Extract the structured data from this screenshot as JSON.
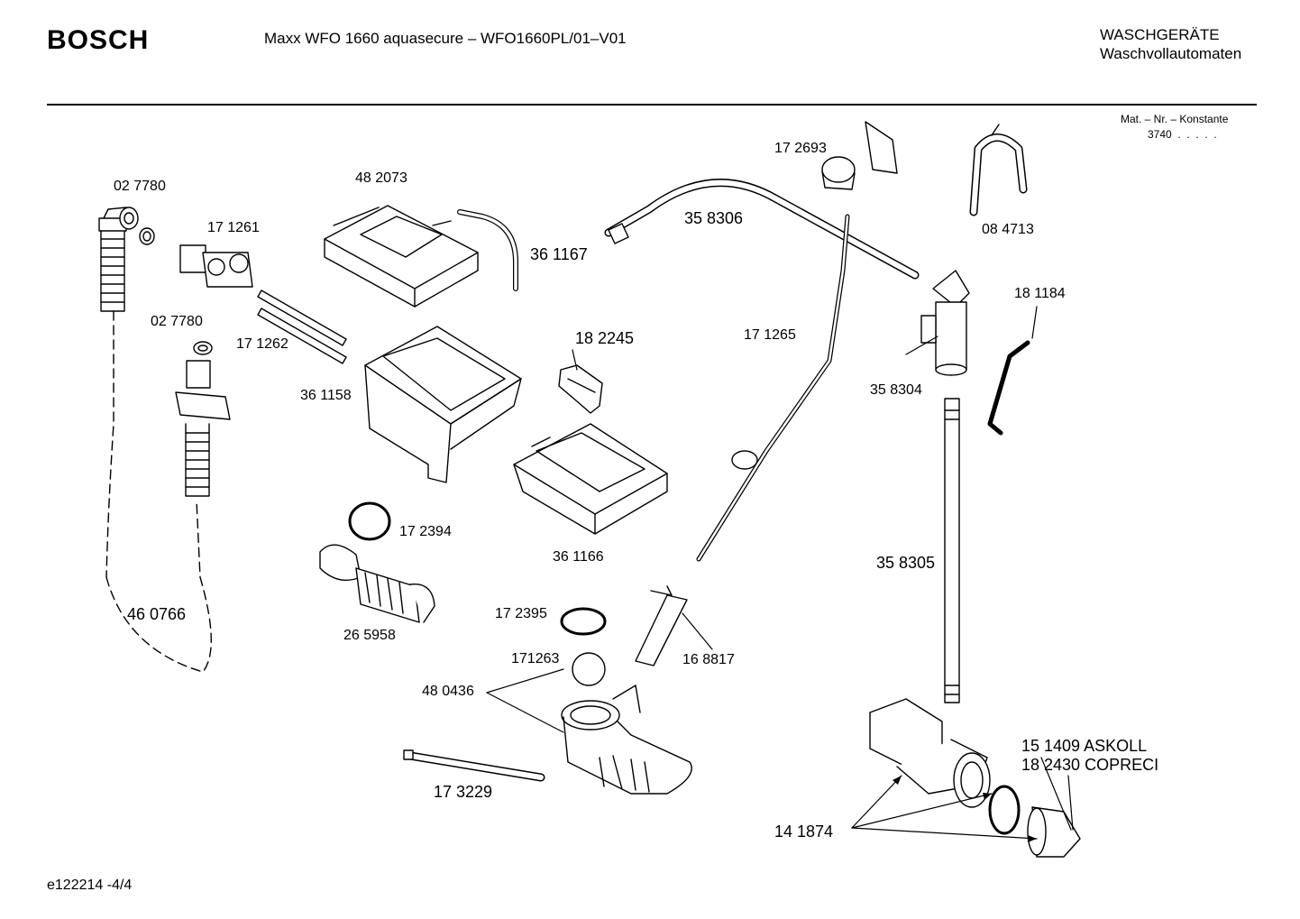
{
  "header": {
    "brand": "BOSCH",
    "model": "Maxx WFO 1660 aquasecure – WFO1660PL/01–V01",
    "category_line1": "WASCHGERÄTE",
    "category_line2": "Waschvollautomaten"
  },
  "material": {
    "label": "Mat. – Nr. – Konstante",
    "value": "3740  .  .  .  .  ."
  },
  "footer": {
    "code": "e122214 -4/4"
  },
  "parts": {
    "p027780a": "02 7780",
    "p482073": "48 2073",
    "p171261": "17 1261",
    "p361167": "36 1167",
    "p027780b": "02 7780",
    "p171262": "17 1262",
    "p361158": "36 1158",
    "p182245": "18 2245",
    "p172693": "17 2693",
    "p358306": "35 8306",
    "p084713": "08 4713",
    "p181184": "18 1184",
    "p171265": "17 1265",
    "p358304": "35 8304",
    "p172394": "17 2394",
    "p361166": "36 1166",
    "p265958": "26 5958",
    "p460766": "46 0766",
    "p358305": "35 8305",
    "p172395": "17 2395",
    "p171263": "171263",
    "p168817": "16 8817",
    "p480436": "48 0436",
    "p173229": "17 3229",
    "p151409": "15 1409  ASKOLL",
    "p182430": "18 2430  COPRECI",
    "p141874": "14 1874"
  }
}
